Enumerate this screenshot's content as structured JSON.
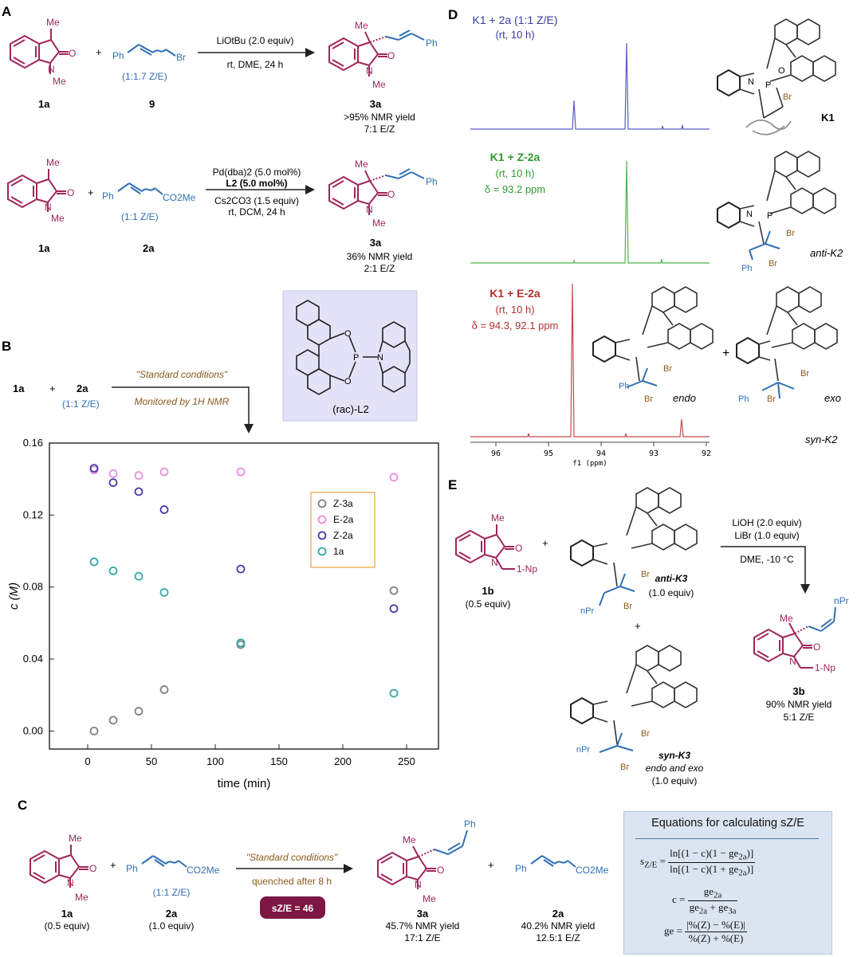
{
  "colors": {
    "maroon": "#a0265a",
    "blue": "#2f6fb5",
    "brown": "#8a5a1a",
    "purple_nmr": "#3a3aa0",
    "green_nmr": "#2f9a2f",
    "red_nmr": "#b03030",
    "panel_bg": "#e3e3f7",
    "eq_bg": "#dbe5f1"
  },
  "panelA": {
    "label": "A",
    "r1": {
      "me": "Me",
      "o": "O",
      "n": "N",
      "nme": "Me",
      "plus": "+",
      "ph": "Ph",
      "br": "Br",
      "ratio": "(1:1.7 Z/E)",
      "cond1": "LiOtBu (2.0 equiv)",
      "cond2": "rt, DME, 24 h",
      "id_sm": "1a",
      "id_rg": "9",
      "id_pr": "3a",
      "yield": ">95% NMR yield",
      "ez": "7:1 E/Z"
    },
    "r2": {
      "ratio": "(1:1 Z/E)",
      "co2me": "CO2Me",
      "cond1": "Pd(dba)2 (5.0 mol%)",
      "cond2": "L2 (5.0 mol%)",
      "cond3": "Cs2CO3 (1.5 equiv)",
      "cond4": "rt, DCM, 24 h",
      "id_sm": "1a",
      "id_rg": "2a",
      "id_pr": "3a",
      "yield": "36% NMR yield",
      "ez": "2:1 E/Z"
    }
  },
  "ligand": {
    "label": "(rac)-L2",
    "o": "O",
    "p": "P",
    "n": "N"
  },
  "panelB": {
    "label": "B",
    "sm": "1a",
    "plus": "+",
    "rg": "2a",
    "ratio": "(1:1 Z/E)",
    "arrow_top": "\"Standard conditions\"",
    "arrow_bot": "Monitored by 1H NMR"
  },
  "chart_data": {
    "type": "scatter",
    "xlabel": "time (min)",
    "ylabel": "c (M)",
    "xlim": [
      -30,
      275
    ],
    "ylim": [
      -0.01,
      0.16
    ],
    "xticks": [
      0,
      50,
      100,
      150,
      200,
      250
    ],
    "yticks": [
      "0.00",
      "0.04",
      "0.08",
      "0.12",
      "0.16"
    ],
    "series": [
      {
        "name": "Z-3a",
        "color": "#808080",
        "points": [
          [
            5,
            0.0
          ],
          [
            20,
            0.006
          ],
          [
            40,
            0.011
          ],
          [
            60,
            0.023
          ],
          [
            120,
            0.048
          ],
          [
            240,
            0.078
          ]
        ]
      },
      {
        "name": "E-2a",
        "color": "#e98ee0",
        "points": [
          [
            5,
            0.145
          ],
          [
            20,
            0.143
          ],
          [
            40,
            0.142
          ],
          [
            60,
            0.144
          ],
          [
            120,
            0.144
          ],
          [
            240,
            0.141
          ]
        ]
      },
      {
        "name": "Z-2a",
        "color": "#4a3ca5",
        "points": [
          [
            5,
            0.146
          ],
          [
            20,
            0.138
          ],
          [
            40,
            0.133
          ],
          [
            60,
            0.123
          ],
          [
            120,
            0.09
          ],
          [
            240,
            0.068
          ]
        ]
      },
      {
        "name": "1a",
        "color": "#36a8a6",
        "points": [
          [
            5,
            0.094
          ],
          [
            20,
            0.089
          ],
          [
            40,
            0.086
          ],
          [
            60,
            0.077
          ],
          [
            120,
            0.049
          ],
          [
            240,
            0.021
          ]
        ]
      }
    ]
  },
  "panelC": {
    "label": "C",
    "sm": "1a",
    "sm_eq": "(0.5 equiv)",
    "rg": "2a",
    "rg_eq": "(1.0 equiv)",
    "ratio": "(1:1 Z/E)",
    "arrow_top": "\"Standard conditions\"",
    "arrow_bot": "quenched after 8 h",
    "badge": "sZ/E = 46",
    "pr": "3a",
    "pr_yield": "45.7% NMR yield",
    "pr_ez": "17:1 Z/E",
    "rec": "2a",
    "rec_yield": "40.2% NMR yield",
    "rec_ez": "12.5:1 E/Z",
    "eq_title": "Equations for calculating sZ/E"
  },
  "panelD": {
    "label": "D",
    "sp1": {
      "title": "K1 + 2a (1:1 Z/E)",
      "sub": "(rt, 10 h)"
    },
    "sp2": {
      "title": "K1 + Z-2a",
      "sub": "(rt, 10 h)",
      "shift": "δ = 93.2 ppm"
    },
    "sp3": {
      "title": "K1 + E-2a",
      "sub": "(rt, 10 h)",
      "shift": "δ = 94.3, 92.1 ppm"
    },
    "axis_ticks": [
      "96",
      "95",
      "94",
      "93",
      "92"
    ],
    "axis_label": "f1 (ppm)",
    "k1": "K1",
    "antik2": "anti-K2",
    "endo": "endo",
    "exo": "exo",
    "synk2": "syn-K2",
    "plus": "+"
  },
  "panelE": {
    "label": "E",
    "sm": "1b",
    "sm_eq": "(0.5 equiv)",
    "np": "1-Np",
    "plus": "+",
    "antik3": "anti-K3",
    "antik3_eq": "(1.0 equiv)",
    "synk3": "syn-K3",
    "synk3_sub": "endo and exo",
    "synk3_eq": "(1.0 equiv)",
    "cond1": "LiOH (2.0 equiv)",
    "cond2": "LiBr (1.0 equiv)",
    "cond3": "DME, -10 °C",
    "pr": "3b",
    "yield": "90% NMR yield",
    "ze": "5:1 Z/E",
    "npr": "nPr"
  }
}
